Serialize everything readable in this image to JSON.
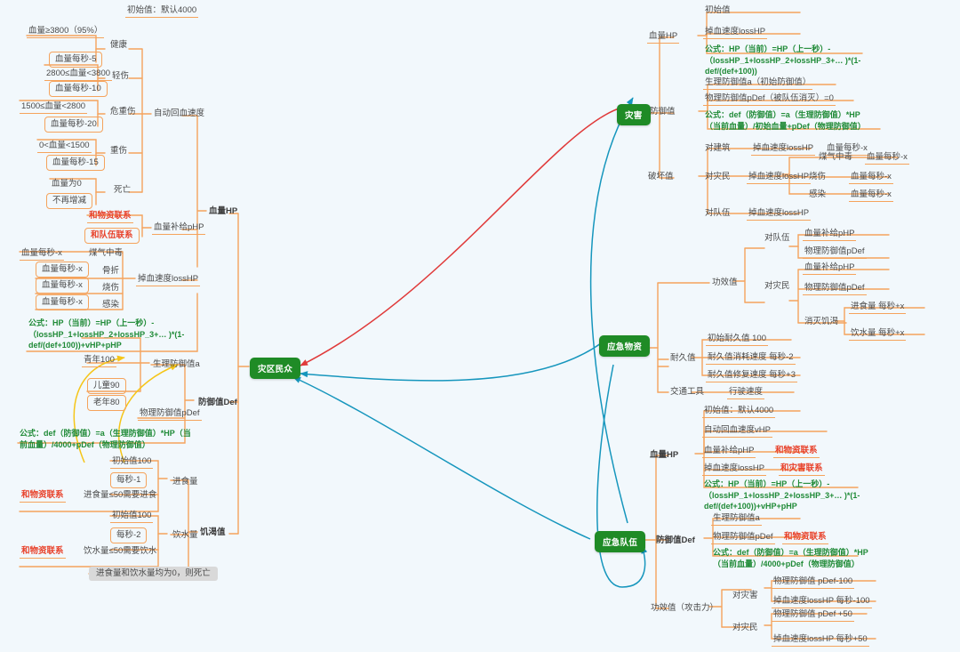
{
  "diagram": {
    "title": "灾区民众 / 灾害 / 应急物资 / 应急队伍 思维导图",
    "background": "#f2f8fc",
    "colors": {
      "branch": "#f5a35c",
      "root_fill": "#1f8b26",
      "root_text": "#ffffff",
      "formula_text": "#1f8a36",
      "link_red": "#e03a3a",
      "link_teal": "#1696bd",
      "link_yellow": "#f5c518",
      "text": "#4a4a4a",
      "note_red": "#e8412a",
      "gray_badge": "#d9d9d9"
    }
  },
  "roots": {
    "center": "灾区民众",
    "disaster": "灾害",
    "supplies": "应急物资",
    "team": "应急队伍"
  },
  "left": {
    "hp_label": "血量HP",
    "init_value": "初始值：默认4000",
    "auto_recover": "自动回血速度",
    "states": [
      {
        "range": "血量≥3800（95%）",
        "rate": "血量每秒-5",
        "name": "健康"
      },
      {
        "range": "2800≤血量<3800",
        "rate": "血量每秒-10",
        "name": "轻伤"
      },
      {
        "range": "1500≤血量<2800",
        "rate": "血量每秒-20",
        "name": "危重伤"
      },
      {
        "range": "0<血量<1500",
        "rate": "血量每秒-15",
        "name": "重伤"
      },
      {
        "range": "血量为0",
        "rate": "不再增减",
        "name": "死亡"
      }
    ],
    "phdp_label": "血量补给pHP",
    "phdp_notes": [
      "和物资联系",
      "和队伍联系"
    ],
    "losshp_label": "掉血速度lossHP",
    "loss_items": [
      {
        "rate": "血量每秒-x",
        "cause": "煤气中毒"
      },
      {
        "rate": "血量每秒-x",
        "cause": "骨折"
      },
      {
        "rate": "血量每秒-x",
        "cause": "烧伤"
      },
      {
        "rate": "血量每秒-x",
        "cause": "感染"
      }
    ],
    "hp_formula": "公式：HP（当前）=HP（上一秒）-（lossHP_1+lossHP_2+lossHP_3+… )*(1-def/(def+100))+vHP+pHP",
    "def_label": "防御值Def",
    "bio_def_label": "生理防御值a",
    "bio_def_values": [
      "青年100",
      "儿童90",
      "老年80"
    ],
    "phys_def_label": "物理防御值pDef",
    "def_formula": "公式：def（防御值）=a（生理防御值）*HP（当前血量）/4000+pDef（物理防御值）",
    "hunger_label": "饥渴值",
    "food": {
      "label": "进食量",
      "init": "初始值100",
      "rate": "每秒-1",
      "note_link": "和物资联系",
      "note": "进食量≤50需要进食"
    },
    "water": {
      "label": "饮水量",
      "init": "初始值100",
      "rate": "每秒-2",
      "note_link": "和物资联系",
      "note": "饮水量≤50需要饮水"
    },
    "death_rule": "进食量和饮水量均为0，则死亡"
  },
  "disaster": {
    "hp": {
      "label": "血量HP",
      "items": [
        "初始值",
        "掉血速度lossHP"
      ],
      "formula": "公式：HP（当前）=HP（上一秒）-（lossHP_1+lossHP_2+lossHP_3+… )*(1-def/(def+100))"
    },
    "def": {
      "label": "防御值",
      "items": [
        "生理防御值a（初始防御值）",
        "物理防御值pDef（被队伍消灭）=0"
      ],
      "formula": "公式：def（防御值）=a（生理防御值）*HP（当前血量）/初始血量+pDef（物理防御值）"
    },
    "damage": {
      "label": "破坏值",
      "to_building": {
        "target": "对建筑",
        "effect": "掉血速度lossHP",
        "rate": "血量每秒-x"
      },
      "to_victims": {
        "target": "对灾民",
        "effect": "掉血速度lossHP",
        "causes": [
          {
            "cause": "煤气中毒",
            "rate": "血量每秒-x"
          },
          {
            "cause": "烧伤",
            "rate": "血量每秒-x"
          },
          {
            "cause": "感染",
            "rate": "血量每秒-x"
          }
        ]
      },
      "to_team": {
        "target": "对队伍",
        "effect": "掉血速度lossHP"
      }
    }
  },
  "supplies": {
    "effect": {
      "label": "功效值",
      "to_team": {
        "target": "对队伍",
        "items": [
          "血量补给pHP",
          "物理防御值pDef"
        ]
      },
      "to_victims": {
        "target": "对灾民",
        "items": [
          "血量补给pHP",
          "物理防御值pDef"
        ],
        "hunger": {
          "label": "消灭饥渴",
          "items": [
            "进食量 每秒+x",
            "饮水量 每秒+x"
          ]
        }
      }
    },
    "durability": {
      "label": "耐久值",
      "items": [
        "初始耐久值 100",
        "耐久值消耗速度 每秒-2",
        "耐久值修复速度 每秒+3"
      ]
    },
    "vehicle": {
      "label": "交通工具",
      "value": "行驶速度"
    }
  },
  "team": {
    "hp": {
      "label": "血量HP",
      "init": "初始值：默认4000",
      "auto_recover": "自动回血速度vHP",
      "supply": {
        "text": "血量补给pHP",
        "note": "和物资联系"
      },
      "loss": {
        "text": "掉血速度lossHP",
        "note": "和灾害联系"
      },
      "formula": "公式：HP（当前）=HP（上一秒）-（lossHP_1+lossHP_2+lossHP_3+… )*(1-def/(def+100))+vHP+pHP"
    },
    "def": {
      "label": "防御值Def",
      "bio": "生理防御值a",
      "phys": {
        "text": "物理防御值pDef",
        "note": "和物资联系"
      },
      "formula": "公式：def（防御值）=a（生理防御值）*HP（当前血量）/4000+pDef（物理防御值）"
    },
    "attack": {
      "label": "功效值（攻击力）",
      "to_disaster": {
        "target": "对灾害",
        "items": [
          "物理防御值 pDef-100",
          "掉血速度lossHP 每秒-100"
        ]
      },
      "to_victims": {
        "target": "对灾民",
        "items": [
          "物理防御值 pDef +50",
          "掉血速度lossHP 每秒+50"
        ]
      }
    }
  }
}
